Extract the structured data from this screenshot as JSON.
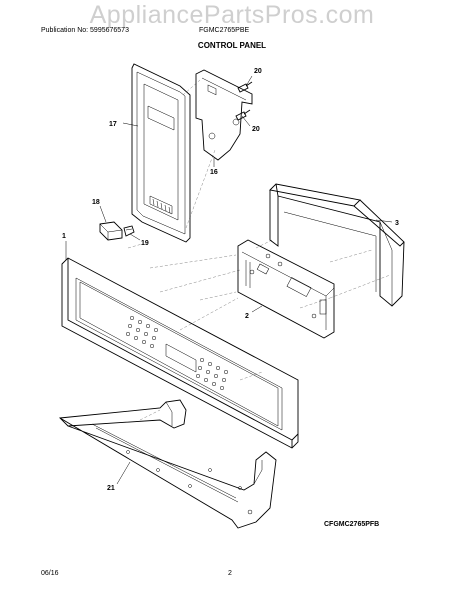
{
  "watermark": "AppliancePartsPros.com",
  "header": {
    "publication": "Publication No: 5995676573",
    "model": "FGMC2765PBE"
  },
  "title": "CONTROL PANEL",
  "figure_code": "CFGMC2765PFB",
  "footer": {
    "date": "06/16",
    "page": "2"
  },
  "callouts": [
    "20",
    "17",
    "20",
    "16",
    "3",
    "18",
    "19",
    "1",
    "2",
    "21"
  ]
}
